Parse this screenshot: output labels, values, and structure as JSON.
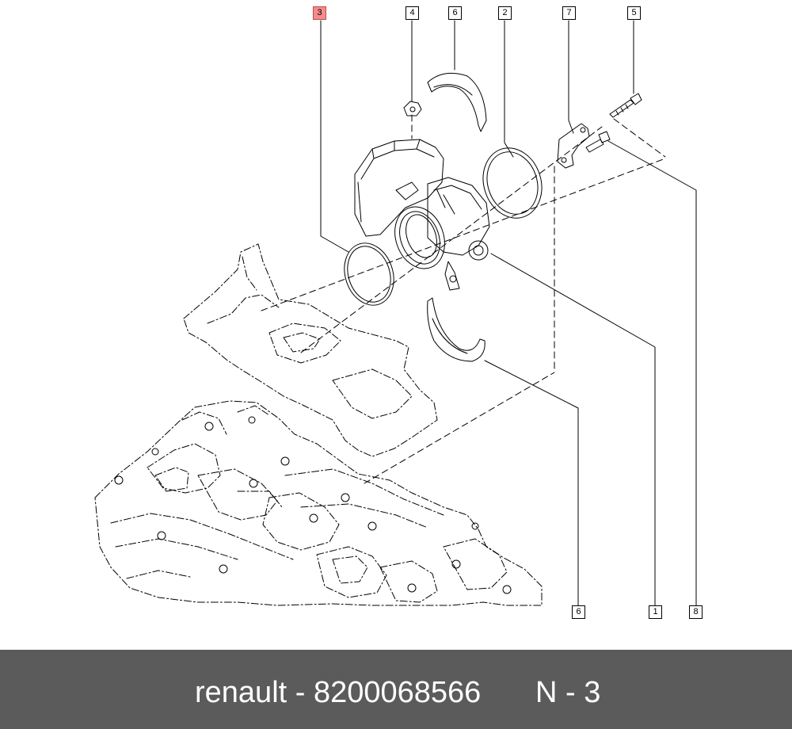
{
  "callouts": [
    {
      "id": "c3-top",
      "label": "3",
      "highlight": true
    },
    {
      "id": "c4-top",
      "label": "4"
    },
    {
      "id": "c6-top",
      "label": "6"
    },
    {
      "id": "c2-top",
      "label": "2"
    },
    {
      "id": "c7-top",
      "label": "7"
    },
    {
      "id": "c5-top",
      "label": "5"
    },
    {
      "id": "c6-bottom",
      "label": "6"
    },
    {
      "id": "c1-bottom",
      "label": "1"
    },
    {
      "id": "c8-bottom",
      "label": "8"
    }
  ],
  "footer": {
    "brand_part": "renault - 8200068566",
    "ref": "N - 3"
  },
  "colors": {
    "footer_bg": "#5b5b5b",
    "highlight": "#f48c8c"
  }
}
